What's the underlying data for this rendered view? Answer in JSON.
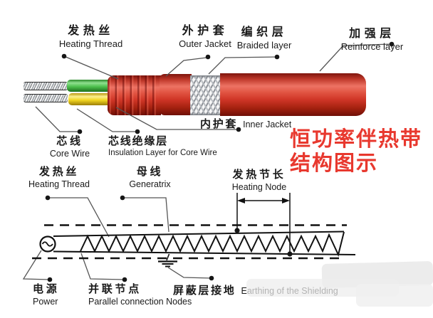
{
  "diagram_title": {
    "line1": "恒功率伴热带",
    "line2": "结构图示"
  },
  "colors": {
    "title-red": "#e8382e",
    "jacket-red": "#cf3526",
    "wire-green": "#4dbf4d",
    "wire-yellow": "#f0d41f",
    "braid-gray": "#ececec",
    "line-dark": "#111111",
    "leader-gray": "#555555"
  },
  "cable": {
    "heating_thread": {
      "zh": "发热丝",
      "en": "Heating Thread"
    },
    "outer_jacket": {
      "zh": "外护套",
      "en": "Outer Jacket"
    },
    "braided_layer": {
      "zh": "编织层",
      "en": "Braided layer"
    },
    "reinforce_layer": {
      "zh": "加强层",
      "en": "Reinforce layer"
    },
    "core_wire": {
      "zh": "芯线",
      "en": "Core Wire"
    },
    "core_insulation": {
      "zh": "芯线绝缘层",
      "en": "Insulation Layer for Core Wire"
    },
    "inner_jacket": {
      "zh": "内护套",
      "en": "Inner Jacket"
    }
  },
  "schematic": {
    "heating_thread": {
      "zh": "发热丝",
      "en": "Heating Thread"
    },
    "generatrix": {
      "zh": "母线",
      "en": "Generatrix"
    },
    "heating_node": {
      "zh": "发热节长",
      "en": "Heating Node"
    },
    "power": {
      "zh": "电源",
      "en": "Power"
    },
    "parallel_nodes": {
      "zh": "并联节点",
      "en": "Parallel connection Nodes"
    },
    "shield_earthing": {
      "zh": "屏蔽层接地",
      "en": "Earthing of the Shielding"
    }
  }
}
